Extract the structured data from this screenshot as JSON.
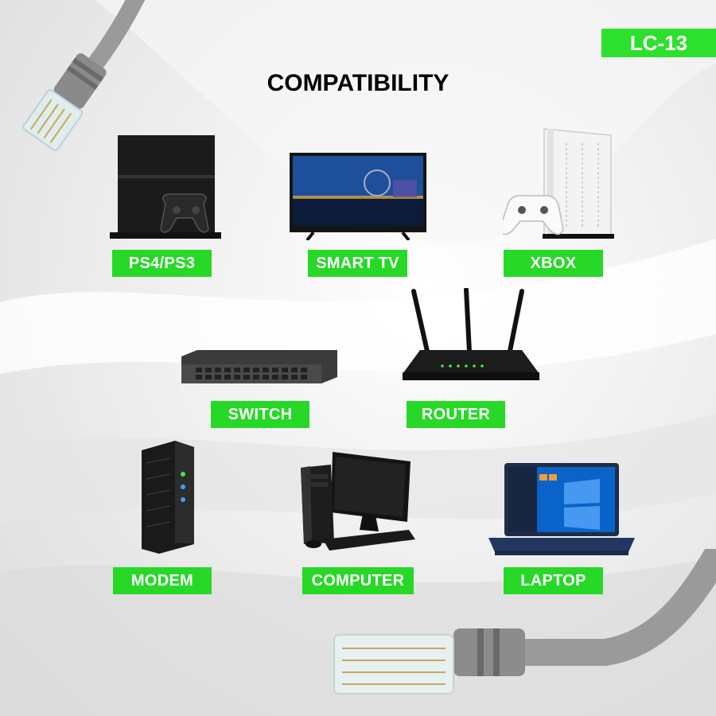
{
  "brand_badge": "LC-13",
  "title": "COMPATIBILITY",
  "colors": {
    "label_bg": "#27d827",
    "label_text": "#ffffff",
    "badge_bg": "#2ee02e",
    "cable": "#9a9a9a"
  },
  "devices": [
    {
      "id": "ps4",
      "label": "PS4/PS3",
      "icon": "game-console-icon"
    },
    {
      "id": "smart-tv",
      "label": "SMART TV",
      "icon": "tv-icon"
    },
    {
      "id": "xbox",
      "label": "XBOX",
      "icon": "xbox-console-icon"
    },
    {
      "id": "switch",
      "label": "SWITCH",
      "icon": "network-switch-icon"
    },
    {
      "id": "router",
      "label": "ROUTER",
      "icon": "router-icon"
    },
    {
      "id": "modem",
      "label": "MODEM",
      "icon": "modem-icon"
    },
    {
      "id": "computer",
      "label": "COMPUTER",
      "icon": "desktop-computer-icon"
    },
    {
      "id": "laptop",
      "label": "LAPTOP",
      "icon": "laptop-icon"
    }
  ]
}
